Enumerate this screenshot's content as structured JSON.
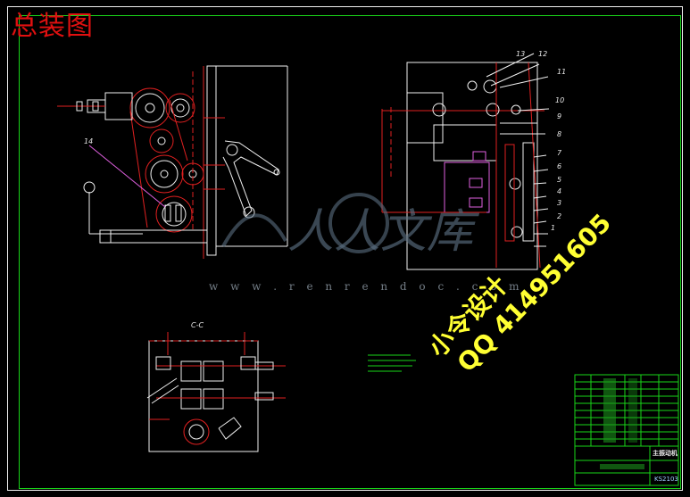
{
  "drawing": {
    "title": "总装图",
    "watermark": {
      "brand": "人人文库",
      "url": "w w w . r e n r e n d o c . c o m"
    },
    "stamp": {
      "line1": "小令设计",
      "line2": "QQ 414951605"
    },
    "section_label": "C-C",
    "callouts": [
      "1",
      "2",
      "3",
      "4",
      "5",
      "6",
      "7",
      "8",
      "9",
      "10",
      "11",
      "12",
      "13",
      "14"
    ],
    "title_block": {
      "drawing_name": "主振动机",
      "drawing_no": "KS2103"
    }
  },
  "colors": {
    "background": "#000000",
    "frame_outer": "#f0f0f0",
    "frame_inner": "#19d619",
    "title": "#e01010",
    "stamp": "#ffff33",
    "outline": "#f0f0f0",
    "hatch": "#e02020",
    "leader": "#e060e0",
    "centerline": "#e02020",
    "notes": "#19d619"
  }
}
